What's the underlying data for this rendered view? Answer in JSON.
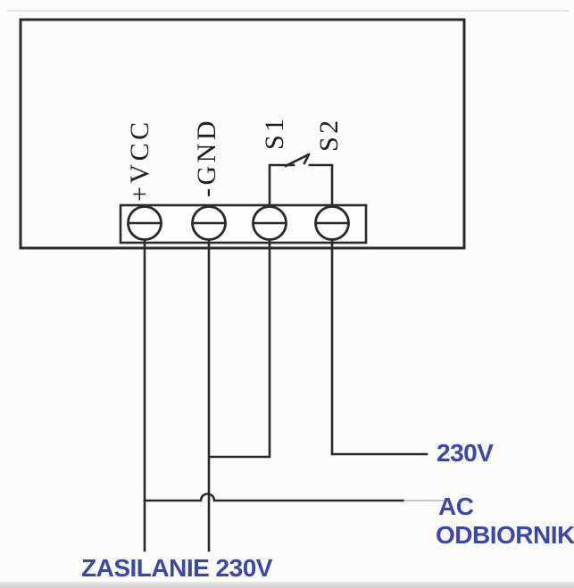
{
  "terminals": [
    {
      "name": "vcc",
      "label": "+VCC"
    },
    {
      "name": "gnd",
      "label": "-GND"
    },
    {
      "name": "s1",
      "label": "S1"
    },
    {
      "name": "s2",
      "label": "S2"
    }
  ],
  "labels": {
    "load_voltage": "230V",
    "load_type": "AC",
    "load_name": "ODBIORNIK",
    "supply": "ZASILANIE 230V"
  },
  "colors": {
    "line": "#2a2a2a",
    "blue": "#3b48a9",
    "terminal_text": "#1f1f1f",
    "faint": "#b3b3b3"
  }
}
